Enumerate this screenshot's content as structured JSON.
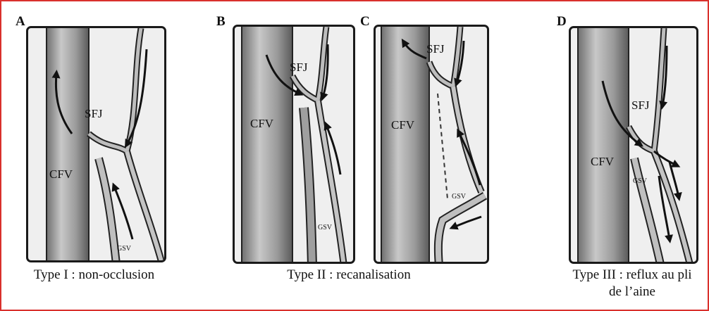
{
  "figure": {
    "border_color": "#d9302c",
    "panels": [
      {
        "letter": "A",
        "labels": {
          "junction": "SFJ",
          "femoral": "CFV",
          "saphenous": "GSV"
        },
        "caption": "Type I : non-occlusion"
      },
      {
        "letter": "B",
        "labels": {
          "junction": "SFJ",
          "femoral": "CFV",
          "saphenous": "GSV"
        },
        "caption": "Type II : recanalisation"
      },
      {
        "letter": "C",
        "labels": {
          "junction": "SFJ",
          "femoral": "CFV",
          "saphenous": "GSV"
        }
      },
      {
        "letter": "D",
        "labels": {
          "junction": "SFJ",
          "femoral": "CFV",
          "saphenous": "GSV"
        },
        "caption_line1": "Type III : reflux au pli",
        "caption_line2": "de l’aine"
      }
    ]
  }
}
